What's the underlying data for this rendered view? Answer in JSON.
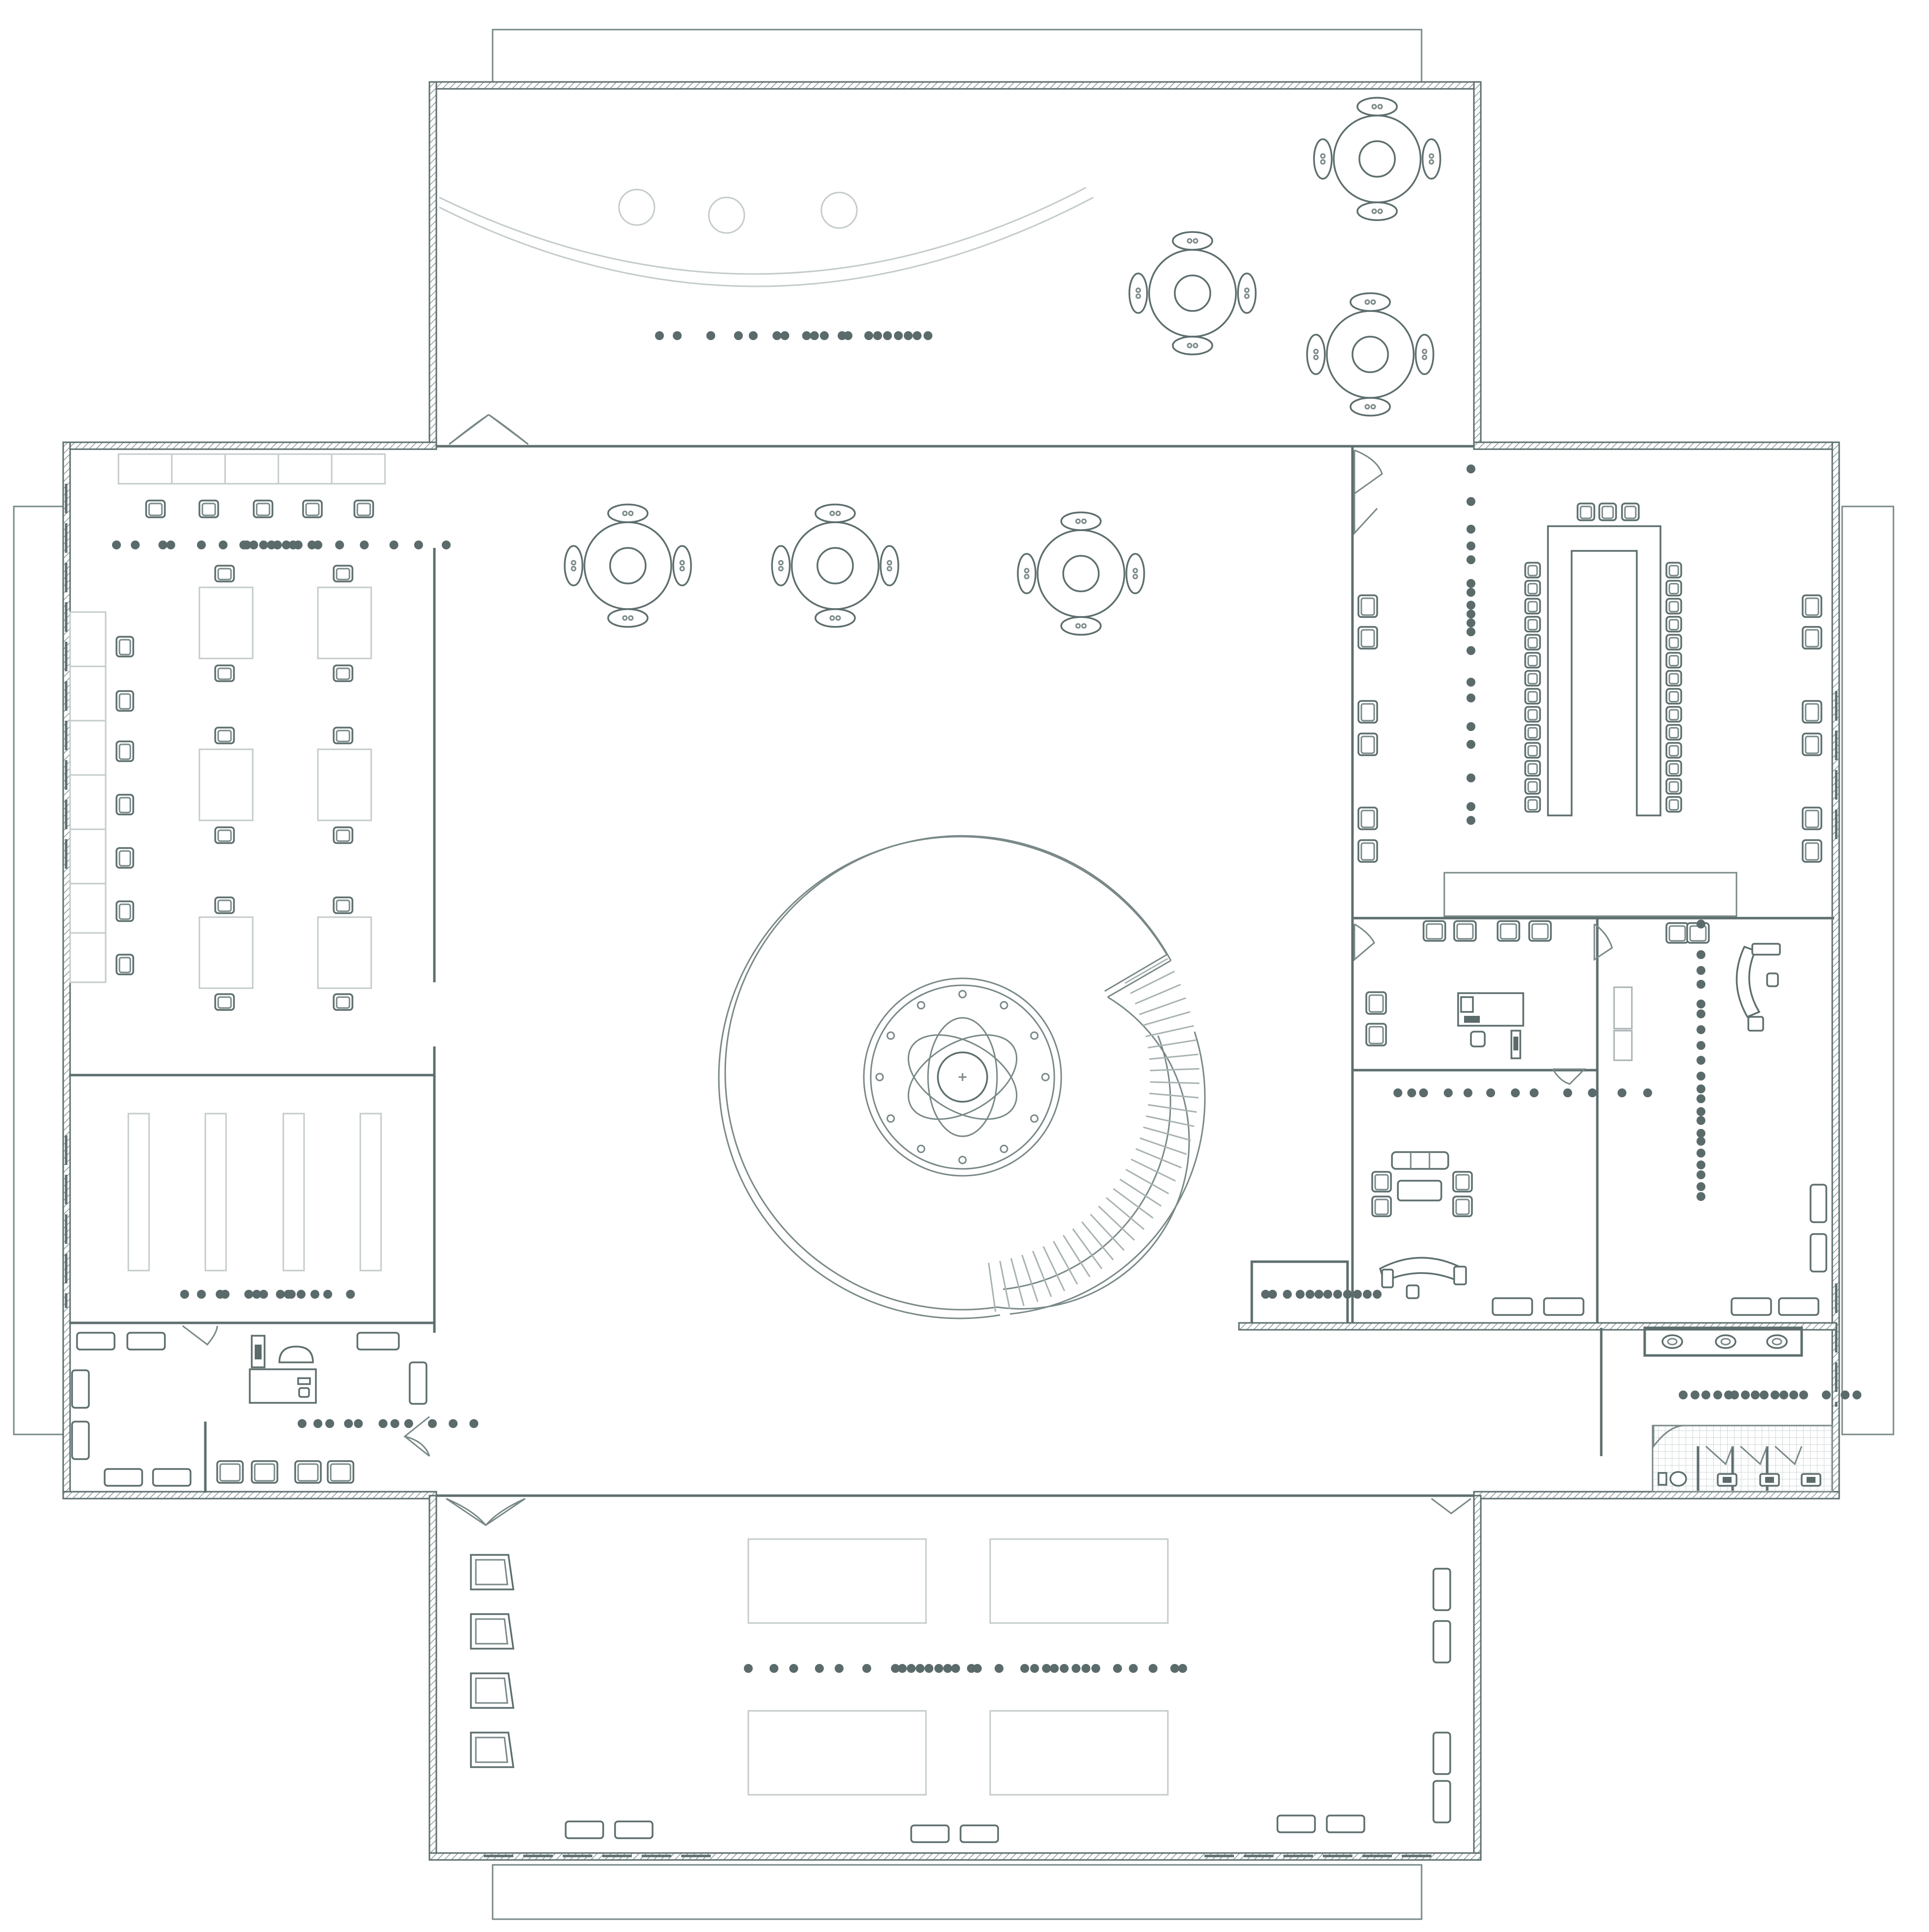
{
  "diagram": {
    "type": "architectural-floor-plan",
    "colors": {
      "line": "#5e6e6e",
      "faint_line": "#c4cbcb",
      "dots": "#5b6b6b",
      "background": "#ffffff"
    },
    "labels": [],
    "rooms": [
      "north-hall",
      "central-atrium",
      "west-office",
      "west-storage",
      "west-reception",
      "east-boardroom",
      "east-office-a",
      "east-office-b",
      "east-lounge",
      "restroom",
      "south-hall"
    ],
    "icons": [
      "round-table-icon",
      "armchair-icon",
      "desk-icon",
      "spiral-staircase-icon",
      "fountain-icon",
      "sofa-icon",
      "toilet-icon",
      "sink-icon",
      "door-swing-icon"
    ]
  }
}
